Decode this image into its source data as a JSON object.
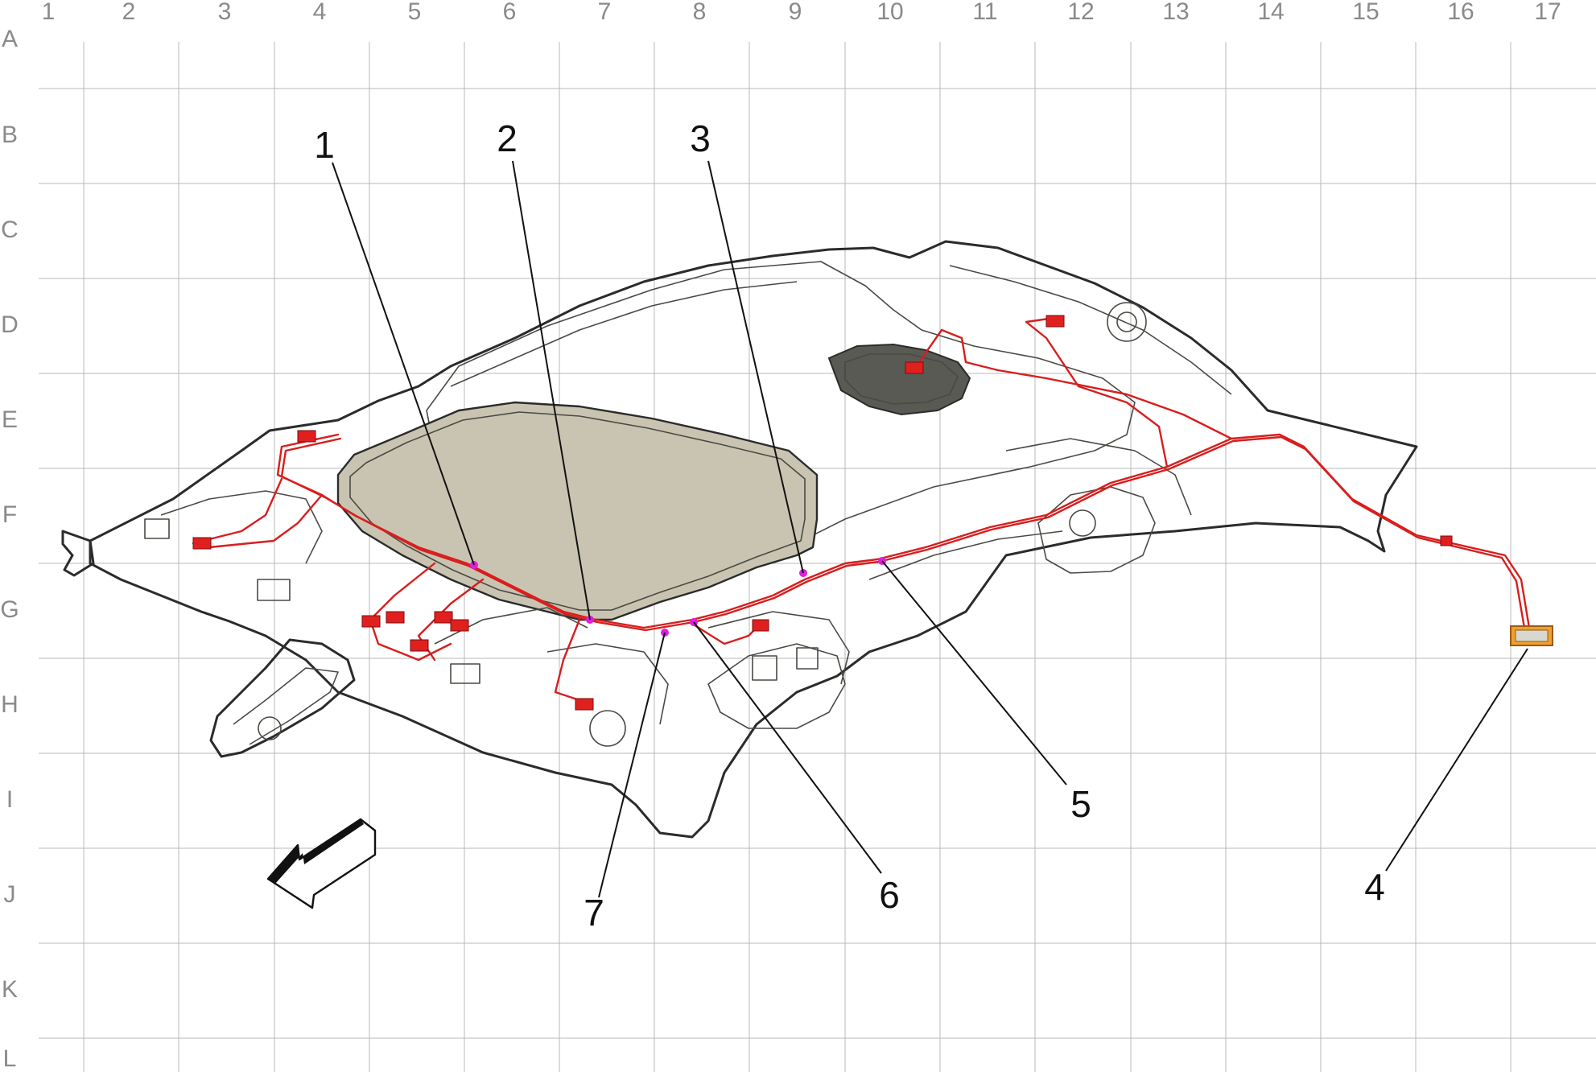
{
  "grid": {
    "columns": [
      "1",
      "2",
      "3",
      "4",
      "5",
      "6",
      "7",
      "8",
      "9",
      "10",
      "11",
      "12",
      "13",
      "14",
      "15",
      "16",
      "17"
    ],
    "rows": [
      "A",
      "B",
      "C",
      "D",
      "E",
      "F",
      "G",
      "H",
      "I",
      "J",
      "K",
      "L"
    ]
  },
  "callouts": [
    {
      "number": "1"
    },
    {
      "number": "2"
    },
    {
      "number": "3"
    },
    {
      "number": "4"
    },
    {
      "number": "5"
    },
    {
      "number": "6"
    },
    {
      "number": "7"
    }
  ],
  "colors": {
    "headliner_fill": "#d6d2c2",
    "headliner_shade": "#c5c0ad",
    "harness": "#d81e1e",
    "connector": "#e0201f",
    "attachment_point": "#e01ee0",
    "end_connector": "#f0a030",
    "grid": "#b8b8b8",
    "label": "#8a8a8a"
  },
  "icons": [
    "front-direction-arrow-icon"
  ]
}
